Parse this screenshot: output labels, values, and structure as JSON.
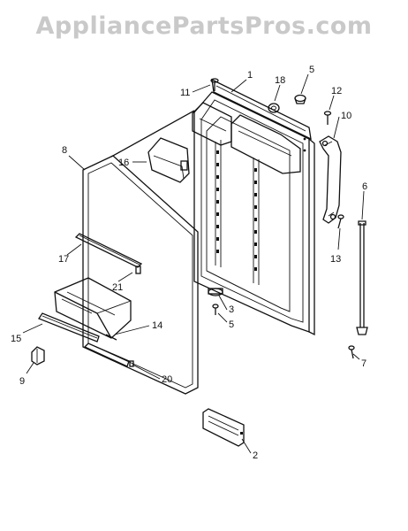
{
  "watermark": "AppliancePartsPros.com",
  "callouts": [
    {
      "id": "1",
      "text": "1"
    },
    {
      "id": "2",
      "text": "2"
    },
    {
      "id": "3",
      "text": "3"
    },
    {
      "id": "5a",
      "text": "5"
    },
    {
      "id": "5b",
      "text": "5"
    },
    {
      "id": "6",
      "text": "6"
    },
    {
      "id": "7",
      "text": "7"
    },
    {
      "id": "8",
      "text": "8"
    },
    {
      "id": "9",
      "text": "9"
    },
    {
      "id": "10",
      "text": "10"
    },
    {
      "id": "11",
      "text": "11"
    },
    {
      "id": "12",
      "text": "12"
    },
    {
      "id": "13",
      "text": "13"
    },
    {
      "id": "14",
      "text": "14"
    },
    {
      "id": "15",
      "text": "15"
    },
    {
      "id": "16",
      "text": "16"
    },
    {
      "id": "17",
      "text": "17"
    },
    {
      "id": "18",
      "text": "18"
    },
    {
      "id": "20",
      "text": "20"
    },
    {
      "id": "21",
      "text": "21"
    }
  ]
}
